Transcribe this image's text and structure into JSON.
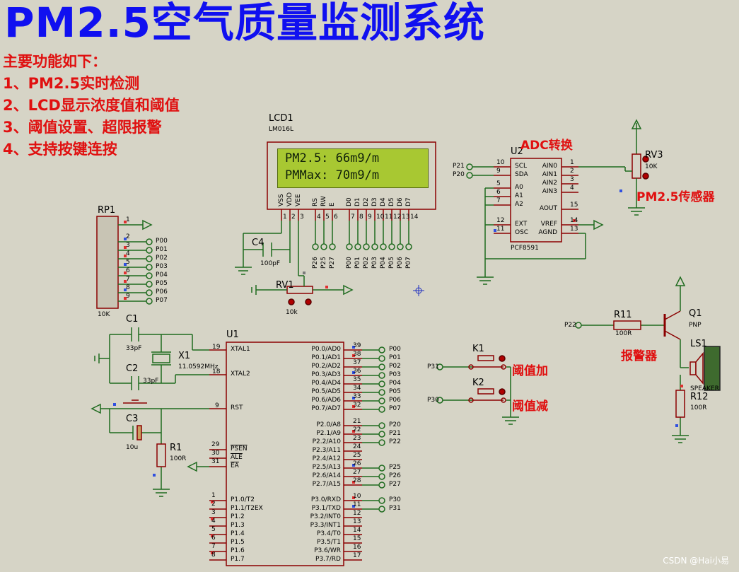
{
  "title": "PM2.5空气质量监测系统",
  "features": {
    "heading": "主要功能如下：",
    "items": [
      "1、PM2.5实时检测",
      "2、LCD显示浓度值和阈值",
      "3、阈值设置、超限报警",
      "4、支持按键连按"
    ]
  },
  "annotations": {
    "adc": "ADC转换",
    "sensor": "PM2.5传感器",
    "alarm": "报警器",
    "threshold_up": "阈值加",
    "threshold_down": "阈值减"
  },
  "lcd": {
    "ref": "LCD1",
    "model": "LM016L",
    "line1": "PM2.5: 66m9/m",
    "line2": "PMMax: 70m9/m",
    "pins": [
      "VSS",
      "VDD",
      "VEE",
      "RS",
      "RW",
      "E",
      "D0",
      "D1",
      "D2",
      "D3",
      "D4",
      "D5",
      "D6",
      "D7"
    ],
    "pin_numbers": [
      "1",
      "2",
      "3",
      "4",
      "5",
      "6",
      "7",
      "8",
      "9",
      "10",
      "11",
      "12",
      "13",
      "14"
    ],
    "net_labels": [
      "P26",
      "P25",
      "P27",
      "P00",
      "P01",
      "P02",
      "P03",
      "P04",
      "P05",
      "P06",
      "P07"
    ]
  },
  "u1": {
    "ref": "U1",
    "left_pins": [
      {
        "num": "19",
        "name": "XTAL1"
      },
      {
        "num": "18",
        "name": "XTAL2"
      },
      {
        "num": "9",
        "name": "RST"
      },
      {
        "num": "29",
        "name": "PSEN"
      },
      {
        "num": "30",
        "name": "ALE"
      },
      {
        "num": "31",
        "name": "EA"
      },
      {
        "num": "1",
        "name": "P1.0/T2"
      },
      {
        "num": "2",
        "name": "P1.1/T2EX"
      },
      {
        "num": "3",
        "name": "P1.2"
      },
      {
        "num": "4",
        "name": "P1.3"
      },
      {
        "num": "5",
        "name": "P1.4"
      },
      {
        "num": "6",
        "name": "P1.5"
      },
      {
        "num": "7",
        "name": "P1.6"
      },
      {
        "num": "8",
        "name": "P1.7"
      }
    ],
    "right_pins": [
      {
        "num": "39",
        "name": "P0.0/AD0",
        "net": "P00"
      },
      {
        "num": "38",
        "name": "P0.1/AD1",
        "net": "P01"
      },
      {
        "num": "37",
        "name": "P0.2/AD2",
        "net": "P02"
      },
      {
        "num": "36",
        "name": "P0.3/AD3",
        "net": "P03"
      },
      {
        "num": "35",
        "name": "P0.4/AD4",
        "net": "P04"
      },
      {
        "num": "34",
        "name": "P0.5/AD5",
        "net": "P05"
      },
      {
        "num": "33",
        "name": "P0.6/AD6",
        "net": "P06"
      },
      {
        "num": "32",
        "name": "P0.7/AD7",
        "net": "P07"
      },
      {
        "num": "21",
        "name": "P2.0/A8",
        "net": "P20"
      },
      {
        "num": "22",
        "name": "P2.1/A9",
        "net": "P21"
      },
      {
        "num": "23",
        "name": "P2.2/A10",
        "net": "P22"
      },
      {
        "num": "24",
        "name": "P2.3/A11",
        "net": ""
      },
      {
        "num": "25",
        "name": "P2.4/A12",
        "net": ""
      },
      {
        "num": "26",
        "name": "P2.5/A13",
        "net": "P25"
      },
      {
        "num": "27",
        "name": "P2.6/A14",
        "net": "P26"
      },
      {
        "num": "28",
        "name": "P2.7/A15",
        "net": "P27"
      },
      {
        "num": "10",
        "name": "P3.0/RXD",
        "net": "P30"
      },
      {
        "num": "11",
        "name": "P3.1/TXD",
        "net": "P31"
      },
      {
        "num": "12",
        "name": "P3.2/INT0",
        "net": ""
      },
      {
        "num": "13",
        "name": "P3.3/INT1",
        "net": ""
      },
      {
        "num": "14",
        "name": "P3.4/T0",
        "net": ""
      },
      {
        "num": "15",
        "name": "P3.5/T1",
        "net": ""
      },
      {
        "num": "16",
        "name": "P3.6/WR",
        "net": ""
      },
      {
        "num": "17",
        "name": "P3.7/RD",
        "net": ""
      }
    ]
  },
  "u2": {
    "ref": "U2",
    "model": "PCF8591",
    "left_pins": [
      {
        "num": "10",
        "name": "SCL",
        "net": "P21"
      },
      {
        "num": "9",
        "name": "SDA",
        "net": "P20"
      },
      {
        "num": "5",
        "name": "A0",
        "net": ""
      },
      {
        "num": "6",
        "name": "A1",
        "net": ""
      },
      {
        "num": "7",
        "name": "A2",
        "net": ""
      },
      {
        "num": "12",
        "name": "EXT",
        "net": ""
      },
      {
        "num": "11",
        "name": "OSC",
        "net": ""
      }
    ],
    "right_pins": [
      {
        "num": "1",
        "name": "AIN0"
      },
      {
        "num": "2",
        "name": "AIN1"
      },
      {
        "num": "3",
        "name": "AIN2"
      },
      {
        "num": "4",
        "name": "AIN3"
      },
      {
        "num": "15",
        "name": "AOUT"
      },
      {
        "num": "14",
        "name": "VREF"
      },
      {
        "num": "13",
        "name": "AGND"
      }
    ]
  },
  "rp1": {
    "ref": "RP1",
    "value": "10K",
    "pin_numbers": [
      "1",
      "2",
      "3",
      "4",
      "5",
      "6",
      "7",
      "8",
      "9"
    ],
    "nets": [
      "P00",
      "P01",
      "P02",
      "P03",
      "P04",
      "P05",
      "P06",
      "P07"
    ]
  },
  "components": {
    "c1": {
      "ref": "C1",
      "value": "33pF"
    },
    "c2": {
      "ref": "C2",
      "value": "33pF"
    },
    "c3": {
      "ref": "C3",
      "value": "10u"
    },
    "c4": {
      "ref": "C4",
      "value": "100pF"
    },
    "x1": {
      "ref": "X1",
      "value": "11.0592MHz"
    },
    "r1": {
      "ref": "R1",
      "value": "100R"
    },
    "r11": {
      "ref": "R11",
      "value": "100R"
    },
    "r12": {
      "ref": "R12",
      "value": "100R"
    },
    "rv1": {
      "ref": "RV1",
      "value": "10k"
    },
    "rv3": {
      "ref": "RV3",
      "value": "10K"
    },
    "q1": {
      "ref": "Q1",
      "value": "PNP"
    },
    "ls1": {
      "ref": "LS1",
      "value": "SPEAKER"
    },
    "k1": {
      "ref": "K1",
      "net": "P31"
    },
    "k2": {
      "ref": "K2",
      "net": "P30"
    },
    "q1_net": "P22",
    "pin_xtal1": "19",
    "pin_xtal2": "18",
    "pin_rst": "9"
  },
  "watermark": "CSDN @Hai小易",
  "colors": {
    "background": "#d6d4c6",
    "wire": "#1f6b1f",
    "component": "#8b0000",
    "title": "#1010f0",
    "annotation": "#e01010",
    "lcd_screen": "#a8c832"
  }
}
